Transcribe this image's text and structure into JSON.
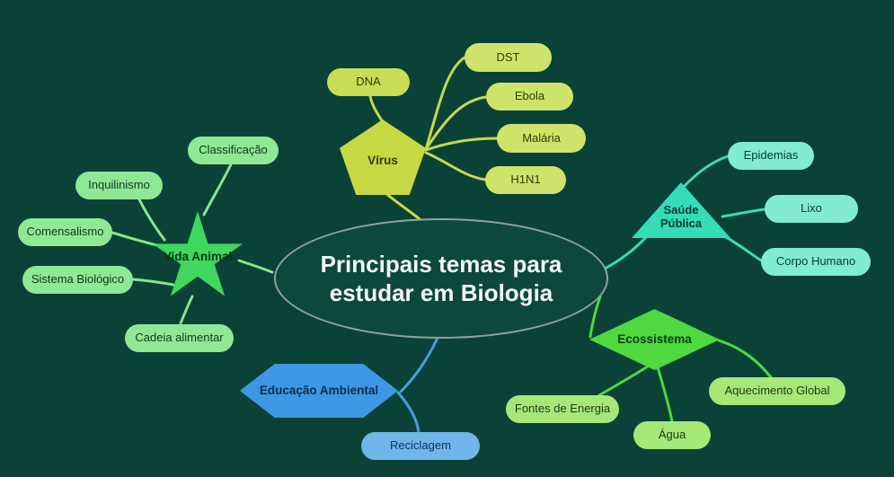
{
  "canvas": {
    "background_color": "#0b4237"
  },
  "center": {
    "title": "Principais temas para estudar em Biologia",
    "border_color": "#8fa39e"
  },
  "branches": {
    "virus": {
      "label": "Vírus",
      "shape": "pentagon",
      "color": "#c6d944",
      "child_color": "#cfe36b",
      "children": [
        "DNA",
        "DST",
        "Ebola",
        "Malária",
        "H1N1"
      ]
    },
    "vida_animal": {
      "label": "Vida Animal",
      "shape": "star",
      "color": "#3fd75e",
      "child_color": "#90e794",
      "children": [
        "Classificação",
        "Inquilinismo",
        "Comensalismo",
        "Sistema Biológico",
        "Cadeia alimentar"
      ]
    },
    "saude_publica": {
      "label": "Saúde Pública",
      "shape": "triangle",
      "color": "#35dcba",
      "child_color": "#82ecd2",
      "children": [
        "Epidemias",
        "Lixo",
        "Corpo Humano"
      ]
    },
    "ecossistema": {
      "label": "Ecossistema",
      "shape": "diamond",
      "color": "#4fd83f",
      "child_color": "#a5e878",
      "children": [
        "Aquecimento Global",
        "Fontes de Energia",
        "Água"
      ]
    },
    "educacao_ambiental": {
      "label": "Educação Ambiental",
      "shape": "hexagon",
      "color": "#3d97e2",
      "child_color": "#70b6ea",
      "children": [
        "Reciclagem"
      ]
    }
  }
}
